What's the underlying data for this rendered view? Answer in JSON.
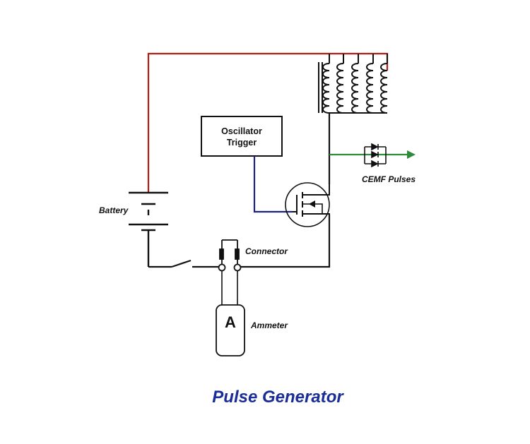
{
  "title": "Pulse Generator",
  "labels": {
    "battery": "Battery",
    "connector": "Connector",
    "ammeter": "Ammeter",
    "cemf": "CEMF Pulses"
  },
  "oscillator": {
    "line1": "Oscillator",
    "line2": "Trigger"
  },
  "ammeter_symbol": "A",
  "colors": {
    "battery_wire": "#b01e14",
    "trigger_wire": "#1a237e",
    "output_wire": "#2e8b3a",
    "title": "#1a2c96",
    "wire": "#111111"
  },
  "icons": [
    "battery-icon",
    "switch-icon",
    "mosfet-icon",
    "coil-icon",
    "diode-icon",
    "ammeter-icon",
    "connector-icon",
    "arrow-icon"
  ]
}
